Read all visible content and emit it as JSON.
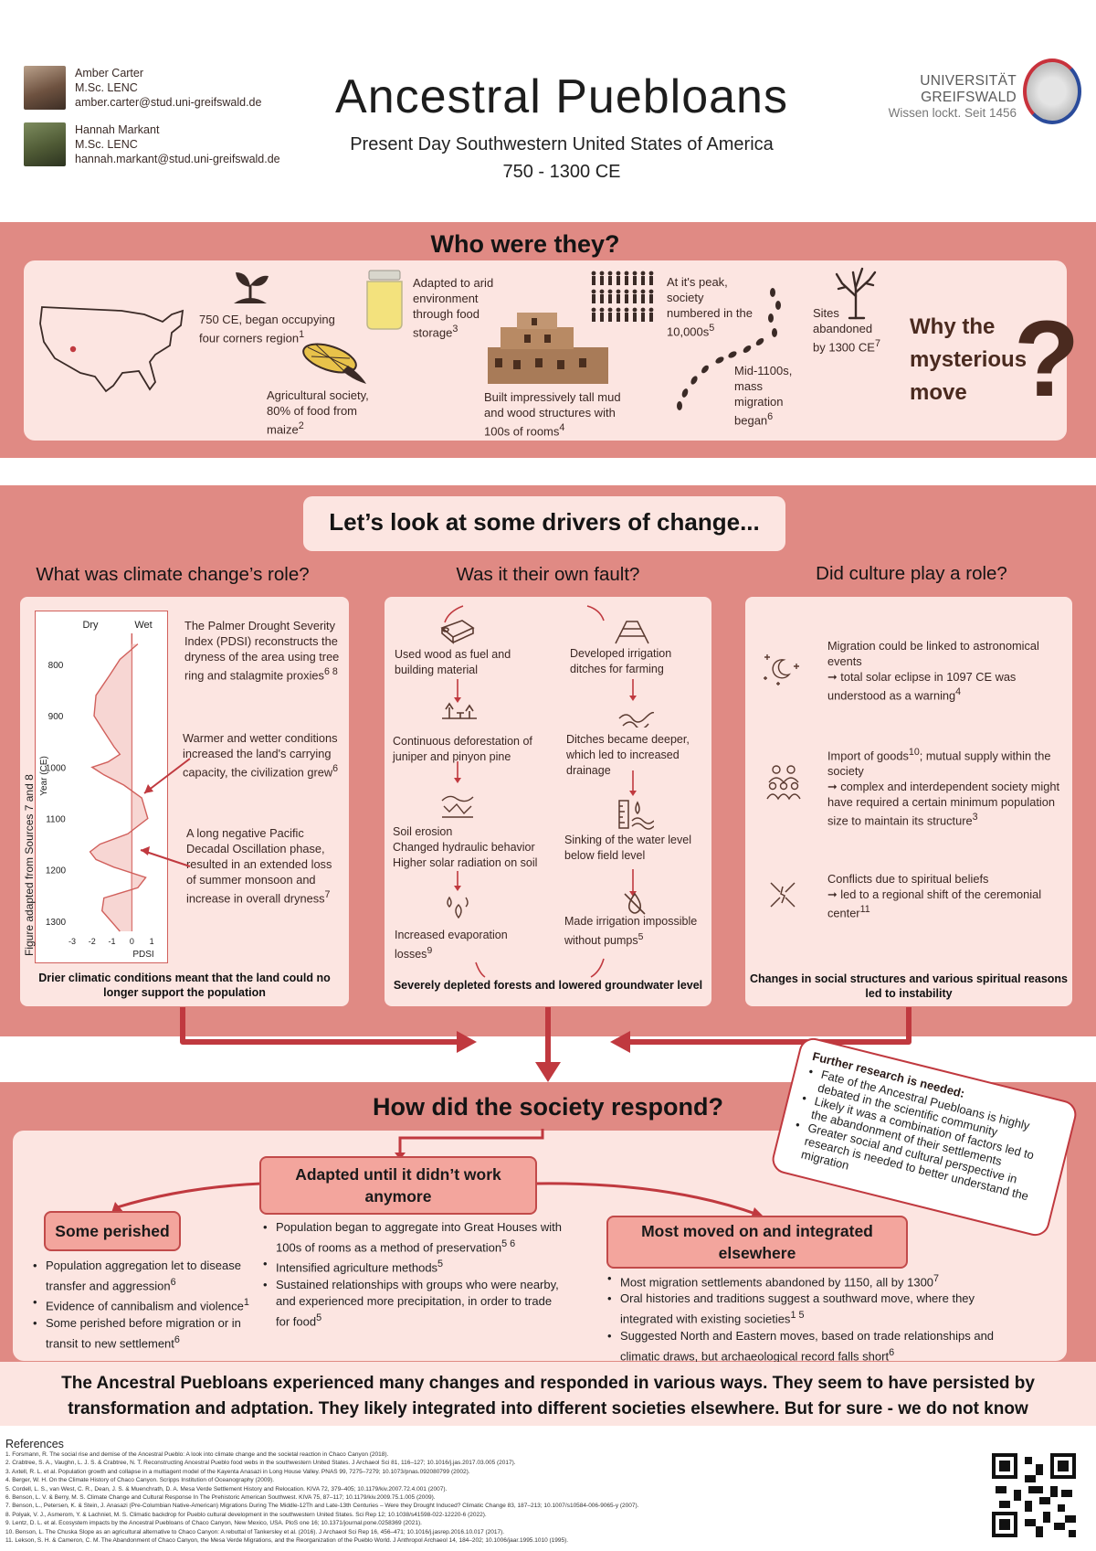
{
  "authors": [
    {
      "name": "Amber Carter",
      "degree": "M.Sc. LENC",
      "email": "amber.carter@stud.uni-greifswald.de"
    },
    {
      "name": "Hannah Markant",
      "degree": "M.Sc. LENC",
      "email": "hannah.markant@stud.uni-greifswald.de"
    }
  ],
  "title": "Ancestral Puebloans",
  "subtitle": "Present Day Southwestern United States of America",
  "dates": "750 - 1300 CE",
  "university": {
    "name": "UNIVERSITÄT GREIFSWALD",
    "tagline": "Wissen lockt. Seit 1456"
  },
  "who": {
    "heading": "Who were they?",
    "items": [
      {
        "text": "750 CE, began occupying four corners region",
        "sup": "1"
      },
      {
        "text": "Agricultural society, 80% of food from maize",
        "sup": "2"
      },
      {
        "text": "Adapted to arid environment through food storage",
        "sup": "3"
      },
      {
        "text": "Built impressively tall mud and wood structures with 100s of rooms",
        "sup": "4"
      },
      {
        "text": "At it's peak, society numbered in the 10,000s",
        "sup": "5"
      },
      {
        "text": "Mid-1100s, mass migration began",
        "sup": "6"
      },
      {
        "text": "Sites abandoned by 1300 CE",
        "sup": "7"
      }
    ],
    "why": "Why the mysterious move",
    "qmark": "?"
  },
  "drivers": {
    "heading": "Let’s look at some drivers of change...",
    "climate": {
      "heading": "What was climate change’s role?",
      "chart_caption": "Figure adapted from Sources 7 and 8",
      "p1": "The Palmer Drought Severity Index (PDSI) reconstructs the dryness of the area using tree ring and stalagmite proxies",
      "p1_sup": "6  8",
      "p2": "Warmer and wetter conditions increased the land's carrying capacity, the civilization grew",
      "p2_sup": "6",
      "p3": "A long negative Pacific Decadal Oscillation phase, resulted in an extended loss of summer monsoon and increase in overall dryness",
      "p3_sup": "7",
      "summary": "Drier climatic conditions meant that the land could no longer support the population"
    },
    "fault": {
      "heading": "Was it their own fault?",
      "left": [
        "Used wood as fuel and building material",
        "Continuous deforestation of juniper and pinyon pine",
        "Soil erosion\nChanged hydraulic behavior\nHigher solar radiation on soil",
        "Increased evaporation losses"
      ],
      "left_last_sup": "9",
      "right": [
        "Developed irrigation ditches for farming",
        "Ditches became deeper, which led to increased drainage",
        "Sinking of the water level below field level",
        "Made irrigation impossible without pumps"
      ],
      "right_last_sup": "5",
      "summary": "Severely depleted forests and lowered groundwater level"
    },
    "culture": {
      "heading": "Did culture play a role?",
      "c1": "Migration could be linked to astronomical events\n➞ total solar eclipse in 1097 CE was understood as a warning",
      "c1_sup": "4",
      "c2a": "Import of goods",
      "c2a_sup": "10",
      "c2b": "; mutual supply within the society\n➞ complex and interdependent society might have required a certain minimum population size to maintain its structure",
      "c2_sup": "3",
      "c3": "Conflicts due to spiritual beliefs\n➞ led to a regional shift of the ceremonial center",
      "c3_sup": "11",
      "summary": "Changes in social structures and various spiritual reasons led to instability"
    }
  },
  "chart_data": {
    "type": "line",
    "xlabel": "PDSI",
    "ylabel": "Year (CE)",
    "legend": [
      "Dry",
      "Wet"
    ],
    "xlim": [
      -3,
      1.5
    ],
    "x_ticks": [
      "-3",
      "-2",
      "-1",
      "0",
      "1"
    ],
    "y_ticks": [
      800,
      900,
      1000,
      1100,
      1200,
      1300
    ],
    "series": [
      {
        "x": [
          0.3,
          -0.6,
          -1.1,
          -1.8,
          -1.9,
          -1.4,
          -0.9,
          -0.6,
          -1.2,
          -2.0,
          -1.4,
          -0.4,
          0.5,
          0.8,
          -0.2,
          -1.6,
          -2.1,
          -1.8,
          -0.9,
          0.7,
          0.3,
          -1.4,
          -1.5,
          -0.6
        ],
        "y": [
          760,
          790,
          820,
          860,
          900,
          930,
          960,
          975,
          990,
          1000,
          1015,
          1035,
          1060,
          1100,
          1130,
          1150,
          1165,
          1180,
          1195,
          1215,
          1235,
          1255,
          1280,
          1320
        ]
      }
    ]
  },
  "response": {
    "heading": "How did the society respond?",
    "adapted": "Adapted until it didn’t work anymore",
    "adapted_items": [
      {
        "text": "Population began to aggregate into Great Houses with 100s of rooms as a method of preservation",
        "sup": "5 6"
      },
      {
        "text": "Intensified agriculture methods",
        "sup": "5"
      },
      {
        "text": "Sustained relationships with groups who were nearby, and experienced more precipitation, in order to trade for food",
        "sup": "5"
      }
    ],
    "perished": "Some perished",
    "perished_items": [
      {
        "text": "Population aggregation let to disease transfer and aggression",
        "sup": "6"
      },
      {
        "text": "Evidence of cannibalism and violence",
        "sup": "1"
      },
      {
        "text": "Some perished before migration or in transit to new settlement",
        "sup": "6"
      }
    ],
    "moved": "Most moved on and integrated elsewhere",
    "moved_items": [
      {
        "text": "Most migration settlements abandoned by 1150, all by 1300",
        "sup": "7"
      },
      {
        "text": "Oral histories and traditions suggest a southward move, where they integrated with existing societies",
        "sup": "1 5"
      },
      {
        "text": "Suggested North and Eastern moves, based on trade relationships and climatic draws, but archaeological record falls short",
        "sup": "6"
      }
    ],
    "further_heading": "Further research is needed:",
    "further_items": [
      "Fate of the Ancestral Puebloans is highly debated in the scientific community",
      "Likely it was a combination of factors led to the abandonment of their settlements",
      "Greater social and cultural perspective in research is needed to better understand the migration"
    ]
  },
  "conclusion": "The Ancestral Puebloans experienced many changes and responded in various ways. They seem to have persisted by transformation and adptation. They likely integrated into different societies elsewhere. But for sure - we do not know",
  "references": {
    "heading": "References",
    "items": [
      "1.   Forsmann, R. The social rise and demise of the Ancestral Pueblo: A look into climate change and the societal reaction in Chaco Canyon (2018).",
      "2.   Crabtree, S. A., Vaughn, L. J. S. & Crabtree, N. T. Reconstructing Ancestral Pueblo food webs in the southwestern United States. J Archaeol Sci 81, 116–127; 10.1016/j.jas.2017.03.005 (2017).",
      "3.   Axtell, R. L. et al. Population growth and collapse in a multiagent model of the Kayenta Anasazi in Long House Valley. PNAS 99, 7275–7279; 10.1073/pnas.092080799 (2002).",
      "4.   Berger, W. H. On the Climate History of Chaco Canyon. Scripps Institution of Oceanography (2009).",
      "5.   Cordell, L. S., van West, C. R., Dean, J. S. & Muenchrath, D. A. Mesa Verde Settlement History and Relocation. KIVA 72, 379–405; 10.1179/kiv.2007.72.4.001 (2007).",
      "6.   Benson, L. V. & Berry, M. S. Climate Change and Cultural Response In The Prehistoric American Southwest. KIVA 75, 87–117; 10.1179/kiv.2009.75.1.005 (2009).",
      "7.   Benson, L., Petersen, K. & Stein, J. Anasazi (Pre-Columbian Native-American) Migrations During The Middle-12Th and Late-13th Centuries – Were they Drought Induced? Climatic Change 83, 187–213; 10.1007/s10584-006-9065-y (2007).",
      "8.   Polyak, V. J., Asmerom, Y. & Lachniet, M. S. Climatic backdrop for Pueblo cultural development in the southwestern United States. Sci Rep 12; 10.1038/s41598-022-12220-6 (2022).",
      "9.   Lentz, D. L. et al. Ecosystem impacts by the Ancestral Puebloans of Chaco Canyon, New Mexico, USA. PloS one 16; 10.1371/journal.pone.0258369 (2021).",
      "10. Benson, L. The Chuska Slope as an agricultural alternative to Chaco Canyon: A rebuttal of Tankersley et al. (2016). J Archaeol Sci Rep 16, 456–471; 10.1016/j.jasrep.2016.10.017 (2017).",
      "11. Lekson, S. H. & Cameron, C. M. The Abandonment of Chaco Canyon, the Mesa Verde Migrations, and the Reorganization of the Pueblo World. J Anthropol Archaeol 14, 184–202; 10.1006/jaar.1995.1010 (1995)."
    ]
  },
  "colors": {
    "band": "#e08a84",
    "panel": "#fce5e1",
    "arrow": "#c0393f",
    "accent": "#f3a59d",
    "dark_brown": "#4a2a1f"
  }
}
